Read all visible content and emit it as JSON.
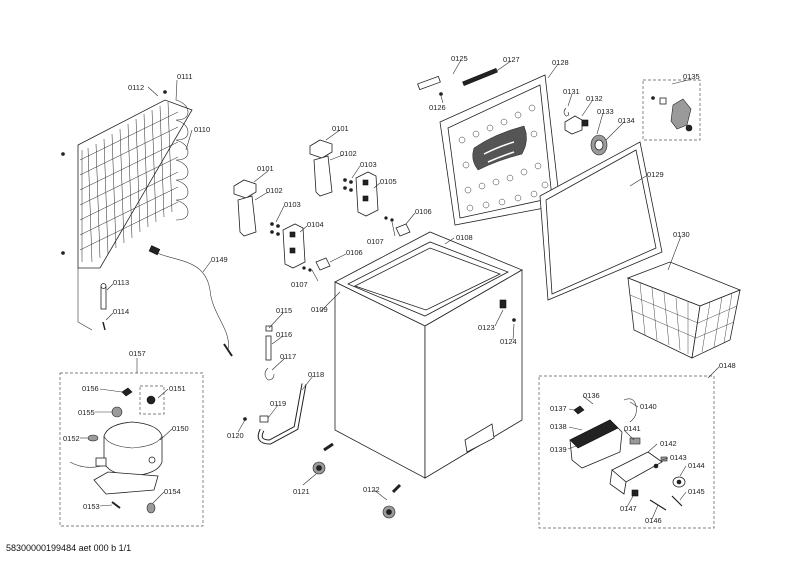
{
  "diagram": {
    "footer": "58300000199484 aet 000 b 1/1",
    "labels": {
      "p0101a": "0101",
      "p0101b": "0101",
      "p0102a": "0102",
      "p0102b": "0102",
      "p0103a": "0103",
      "p0103b": "0103",
      "p0104": "0104",
      "p0105": "0105",
      "p0106a": "0106",
      "p0106b": "0106",
      "p0107a": "0107",
      "p0107b": "0107",
      "p0108": "0108",
      "p0109": "0109",
      "p0110": "0110",
      "p0111": "0111",
      "p0112": "0112",
      "p0113": "0113",
      "p0114": "0114",
      "p0115": "0115",
      "p0116": "0116",
      "p0117": "0117",
      "p0118": "0118",
      "p0119": "0119",
      "p0120": "0120",
      "p0121": "0121",
      "p0122": "0122",
      "p0123": "0123",
      "p0124": "0124",
      "p0125": "0125",
      "p0126": "0126",
      "p0127": "0127",
      "p0128": "0128",
      "p0129": "0129",
      "p0130": "0130",
      "p0131": "0131",
      "p0132": "0132",
      "p0133": "0133",
      "p0134": "0134",
      "p0135": "0135",
      "p0136": "0136",
      "p0137": "0137",
      "p0138": "0138",
      "p0139": "0139",
      "p0140": "0140",
      "p0141": "0141",
      "p0142": "0142",
      "p0143": "0143",
      "p0144": "0144",
      "p0145": "0145",
      "p0146": "0146",
      "p0147": "0147",
      "p0148": "0148",
      "p0149": "0149",
      "p0150": "0150",
      "p0151": "0151",
      "p0152": "0152",
      "p0153": "0153",
      "p0154": "0154",
      "p0155": "0155",
      "p0156": "0156",
      "p0157": "0157"
    }
  }
}
